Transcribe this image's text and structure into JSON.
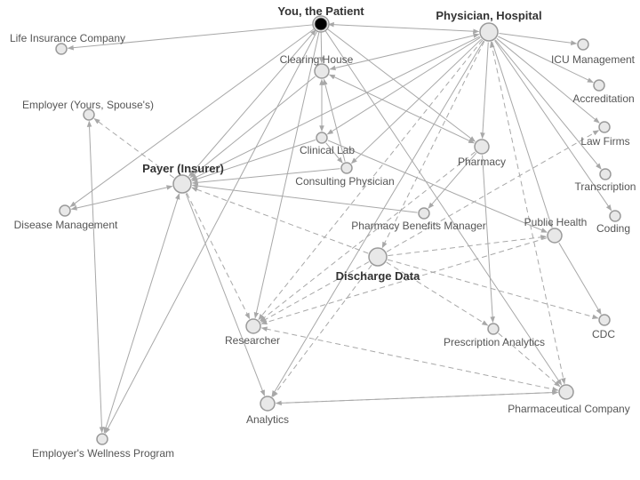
{
  "nodes": [
    {
      "id": "patient",
      "label": "You, the Patient",
      "bold": true,
      "kind": "primary"
    },
    {
      "id": "physician",
      "label": "Physician, Hospital",
      "bold": true,
      "kind": "large"
    },
    {
      "id": "lifeins",
      "label": "Life Insurance Company",
      "kind": "small"
    },
    {
      "id": "clearing",
      "label": "Clearing House",
      "kind": "medium"
    },
    {
      "id": "icu",
      "label": "ICU Management",
      "kind": "small"
    },
    {
      "id": "accred",
      "label": "Accreditation",
      "kind": "small"
    },
    {
      "id": "employer",
      "label": "Employer (Yours, Spouse's)",
      "kind": "small"
    },
    {
      "id": "lawfirms",
      "label": "Law Firms",
      "kind": "small"
    },
    {
      "id": "clinical",
      "label": "Clinical Lab",
      "kind": "small"
    },
    {
      "id": "pharmacy",
      "label": "Pharmacy",
      "kind": "medium"
    },
    {
      "id": "payer",
      "label": "Payer (Insurer)",
      "bold": true,
      "kind": "large"
    },
    {
      "id": "consulting",
      "label": "Consulting Physician",
      "kind": "small"
    },
    {
      "id": "transcription",
      "label": "Transcription",
      "kind": "small"
    },
    {
      "id": "coding",
      "label": "Coding",
      "kind": "small"
    },
    {
      "id": "disease",
      "label": "Disease Management",
      "kind": "small"
    },
    {
      "id": "pbm",
      "label": "Pharmacy Benefits Manager",
      "kind": "small"
    },
    {
      "id": "publichealth",
      "label": "Public Health",
      "kind": "medium"
    },
    {
      "id": "discharge",
      "label": "Discharge Data",
      "bold": true,
      "kind": "large"
    },
    {
      "id": "researcher",
      "label": "Researcher",
      "kind": "medium"
    },
    {
      "id": "rxanalytics",
      "label": "Prescription Analytics",
      "kind": "small"
    },
    {
      "id": "cdc",
      "label": "CDC",
      "kind": "small"
    },
    {
      "id": "pharmaco",
      "label": "Pharmaceutical Company",
      "kind": "medium"
    },
    {
      "id": "analytics",
      "label": "Analytics",
      "kind": "medium"
    },
    {
      "id": "wellness",
      "label": "Employer's Wellness Program",
      "kind": "small"
    }
  ],
  "edges": [
    {
      "from": "physician",
      "to": "patient",
      "style": "solid",
      "bidir": true
    },
    {
      "from": "patient",
      "to": "lifeins",
      "style": "solid"
    },
    {
      "from": "patient",
      "to": "clearing",
      "style": "solid"
    },
    {
      "from": "patient",
      "to": "payer",
      "style": "solid",
      "bidir": true
    },
    {
      "from": "patient",
      "to": "disease",
      "style": "solid"
    },
    {
      "from": "patient",
      "to": "wellness",
      "style": "solid"
    },
    {
      "from": "patient",
      "to": "researcher",
      "style": "solid"
    },
    {
      "from": "patient",
      "to": "pharmacy",
      "style": "solid"
    },
    {
      "from": "patient",
      "to": "pharmaco",
      "style": "solid"
    },
    {
      "from": "physician",
      "to": "clearing",
      "style": "solid",
      "bidir": true
    },
    {
      "from": "physician",
      "to": "icu",
      "style": "solid"
    },
    {
      "from": "physician",
      "to": "accred",
      "style": "solid"
    },
    {
      "from": "physician",
      "to": "lawfirms",
      "style": "solid"
    },
    {
      "from": "physician",
      "to": "transcription",
      "style": "solid"
    },
    {
      "from": "physician",
      "to": "coding",
      "style": "solid"
    },
    {
      "from": "physician",
      "to": "pharmacy",
      "style": "solid"
    },
    {
      "from": "physician",
      "to": "clinical",
      "style": "solid"
    },
    {
      "from": "physician",
      "to": "consulting",
      "style": "solid"
    },
    {
      "from": "physician",
      "to": "payer",
      "style": "solid"
    },
    {
      "from": "physician",
      "to": "publichealth",
      "style": "solid"
    },
    {
      "from": "physician",
      "to": "analytics",
      "style": "solid"
    },
    {
      "from": "physician",
      "to": "researcher",
      "style": "dashed"
    },
    {
      "from": "physician",
      "to": "pharmaco",
      "style": "dashed",
      "bidir": true
    },
    {
      "from": "physician",
      "to": "discharge",
      "style": "dashed"
    },
    {
      "from": "clearing",
      "to": "payer",
      "style": "solid"
    },
    {
      "from": "clearing",
      "to": "clinical",
      "style": "solid",
      "bidir": true
    },
    {
      "from": "clearing",
      "to": "pharmacy",
      "style": "solid",
      "bidir": true
    },
    {
      "from": "consulting",
      "to": "clearing",
      "style": "solid"
    },
    {
      "from": "clinical",
      "to": "payer",
      "style": "solid"
    },
    {
      "from": "clinical",
      "to": "consulting",
      "style": "solid"
    },
    {
      "from": "clinical",
      "to": "publichealth",
      "style": "solid"
    },
    {
      "from": "consulting",
      "to": "payer",
      "style": "solid"
    },
    {
      "from": "pharmacy",
      "to": "pbm",
      "style": "solid"
    },
    {
      "from": "pharmacy",
      "to": "rxanalytics",
      "style": "solid"
    },
    {
      "from": "pharmacy",
      "to": "researcher",
      "style": "dashed"
    },
    {
      "from": "pbm",
      "to": "payer",
      "style": "solid"
    },
    {
      "from": "payer",
      "to": "disease",
      "style": "solid",
      "bidir": true
    },
    {
      "from": "payer",
      "to": "employer",
      "style": "dashed"
    },
    {
      "from": "payer",
      "to": "researcher",
      "style": "dashed"
    },
    {
      "from": "payer",
      "to": "analytics",
      "style": "solid"
    },
    {
      "from": "payer",
      "to": "wellness",
      "style": "solid",
      "bidir": true
    },
    {
      "from": "employer",
      "to": "wellness",
      "style": "solid",
      "bidir": true
    },
    {
      "from": "discharge",
      "to": "payer",
      "style": "dashed"
    },
    {
      "from": "discharge",
      "to": "researcher",
      "style": "dashed"
    },
    {
      "from": "discharge",
      "to": "rxanalytics",
      "style": "dashed"
    },
    {
      "from": "discharge",
      "to": "publichealth",
      "style": "dashed"
    },
    {
      "from": "discharge",
      "to": "cdc",
      "style": "dashed"
    },
    {
      "from": "discharge",
      "to": "analytics",
      "style": "dashed"
    },
    {
      "from": "discharge",
      "to": "lawfirms",
      "style": "dashed"
    },
    {
      "from": "publichealth",
      "to": "cdc",
      "style": "solid"
    },
    {
      "from": "publichealth",
      "to": "researcher",
      "style": "dashed"
    },
    {
      "from": "rxanalytics",
      "to": "pharmaco",
      "style": "dashed"
    },
    {
      "from": "pharmaco",
      "to": "researcher",
      "style": "dashed",
      "bidir": true
    },
    {
      "from": "pharmaco",
      "to": "analytics",
      "style": "dashed",
      "bidir": true
    },
    {
      "from": "analytics",
      "to": "pharmaco",
      "style": "solid"
    }
  ],
  "colors": {
    "edge": "#a8a8a8",
    "node_fill": "#e8e8e8",
    "node_stroke": "#9a9a9a",
    "primary_fill": "#000000",
    "primary_ring": "#9a9a9a"
  }
}
